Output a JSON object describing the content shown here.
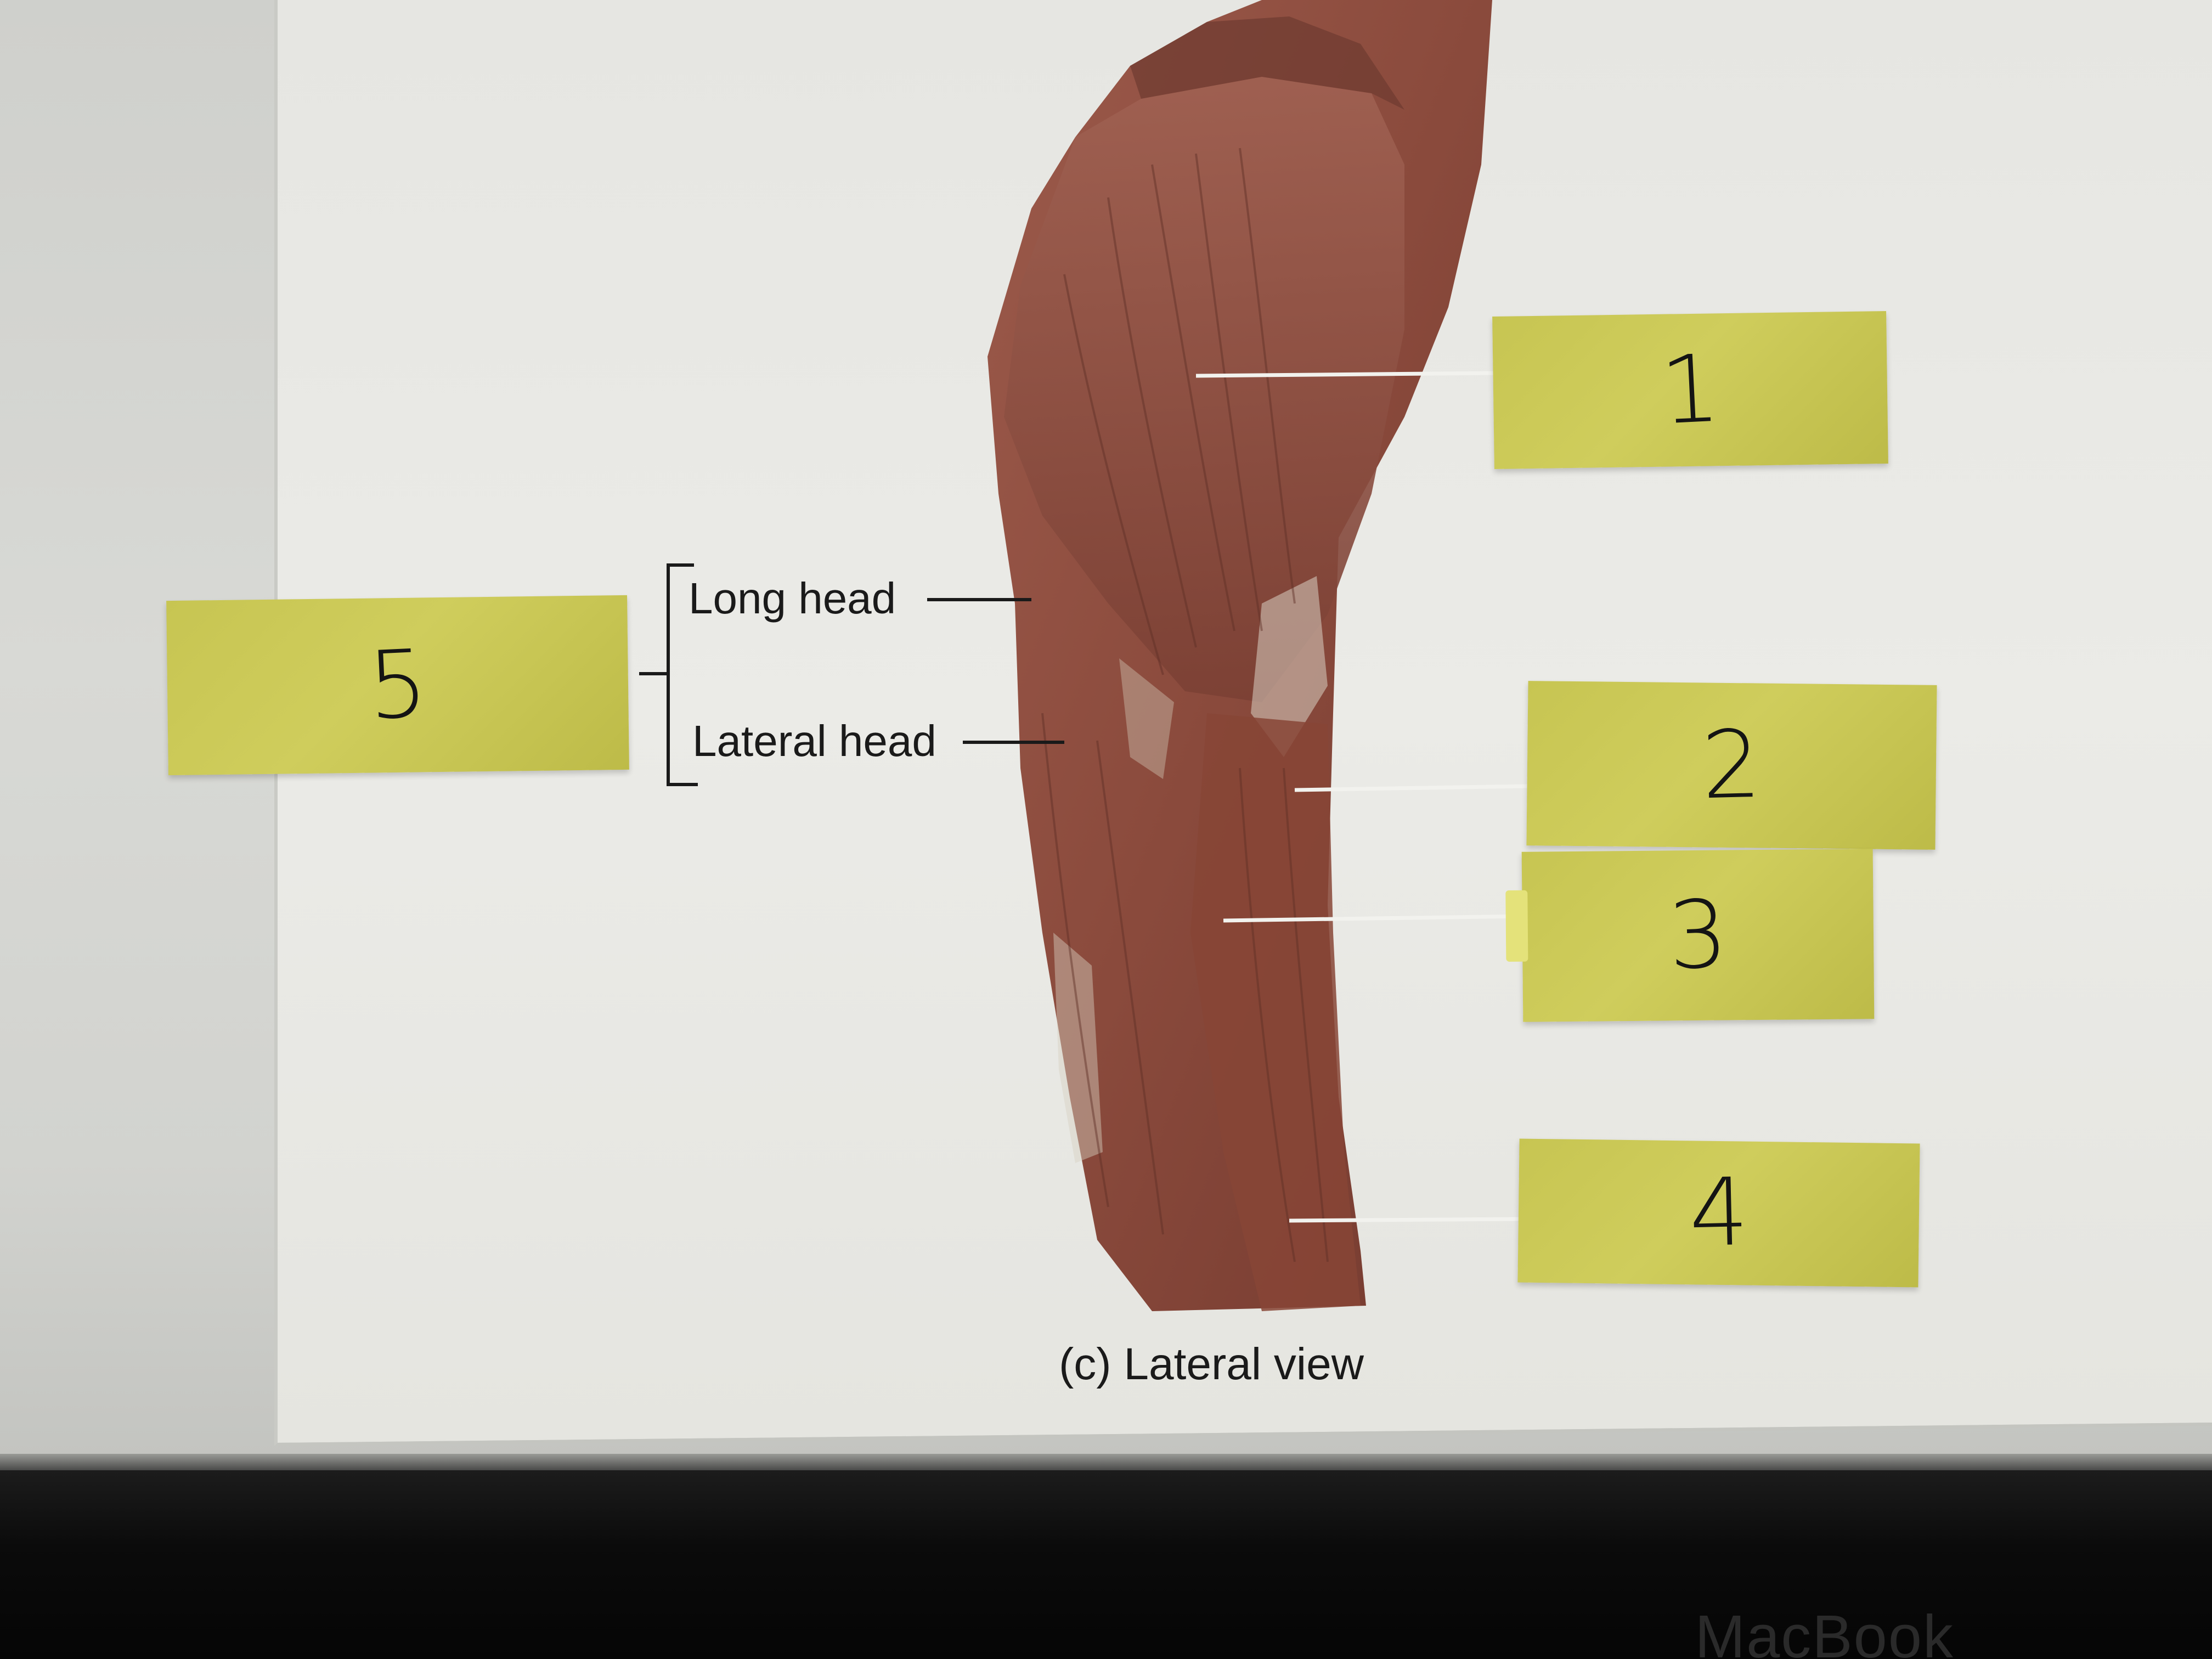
{
  "figure": {
    "labels": {
      "long_head": "Long head",
      "lateral_head": "Lateral head"
    },
    "caption": "(c) Lateral view"
  },
  "sticky_notes": [
    {
      "id": "note-1",
      "text": "1"
    },
    {
      "id": "note-2",
      "text": "2"
    },
    {
      "id": "note-3",
      "text": "3"
    },
    {
      "id": "note-4",
      "text": "4"
    },
    {
      "id": "note-5",
      "text": "5"
    }
  ],
  "device": {
    "brand": "MacBook"
  },
  "colors": {
    "muscle": "#8a4a3c",
    "sticky_note": "#c9c755",
    "panel": "#e8e8e4",
    "bezel": "#0b0b0b"
  }
}
